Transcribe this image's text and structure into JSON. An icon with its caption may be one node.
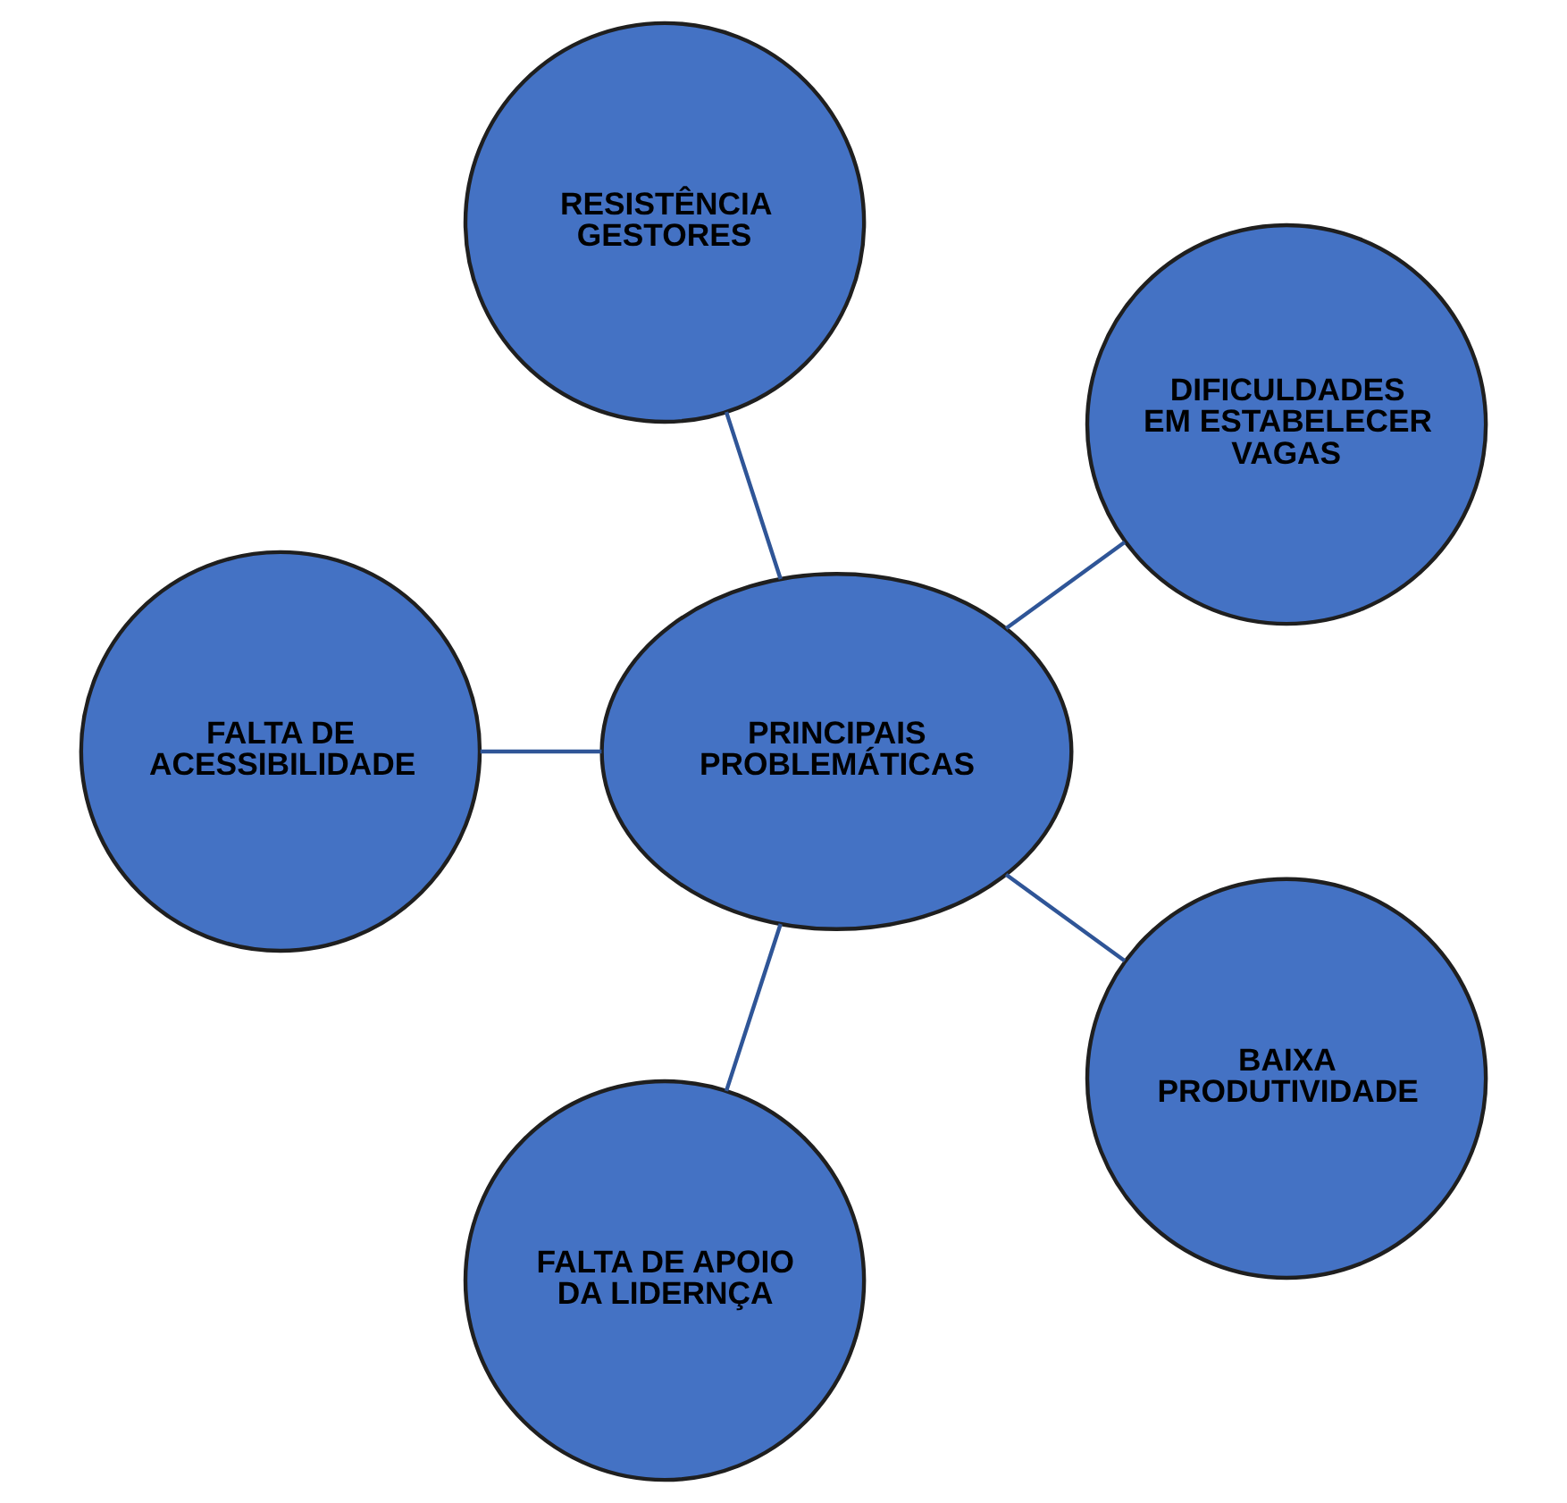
{
  "diagram": {
    "nodes": [
      {
        "text": [
          "DIFICULDADES EM ESTABELECER VAGAS"
        ]
      },
      {
        "text": [
          "RESISTÊNCIA GESTORES"
        ]
      },
      {
        "text": [
          "FALTA DE ACESSIBILIDADE"
        ]
      },
      {
        "text": [
          "PRINCIPAIS PROBLEMÁTICAS"
        ]
      },
      {
        "text": [
          "FALTA DE APOIO DA LIDERNÇA"
        ]
      },
      {
        "text": [
          "BAIXA PRODUTIVIDADE"
        ]
      }
    ],
    "edges": [
      {
        "from": 3,
        "to": 0,
        "arrow": "none"
      },
      {
        "from": 3,
        "to": 2,
        "arrow": "none"
      },
      {
        "from": 3,
        "to": 5,
        "arrow": "none"
      },
      {
        "from": 3,
        "to": 4,
        "arrow": "none"
      },
      {
        "from": 3,
        "to": 1,
        "arrow": "none"
      }
    ]
  }
}
